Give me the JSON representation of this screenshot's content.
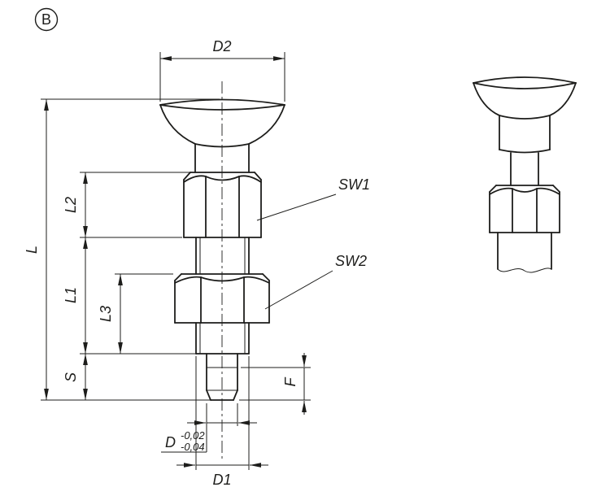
{
  "drawing": {
    "variant_badge": "B",
    "labels": {
      "d2": "D2",
      "l": "L",
      "l2": "L2",
      "l1": "L1",
      "l3": "L3",
      "s": "S",
      "f": "F",
      "sw1": "SW1",
      "sw2": "SW2",
      "d": "D",
      "d_tol_upper": "-0,02",
      "d_tol_lower": "-0,04",
      "d1": "D1"
    },
    "colors": {
      "line": "#1d1d1b",
      "background": "#ffffff"
    }
  }
}
